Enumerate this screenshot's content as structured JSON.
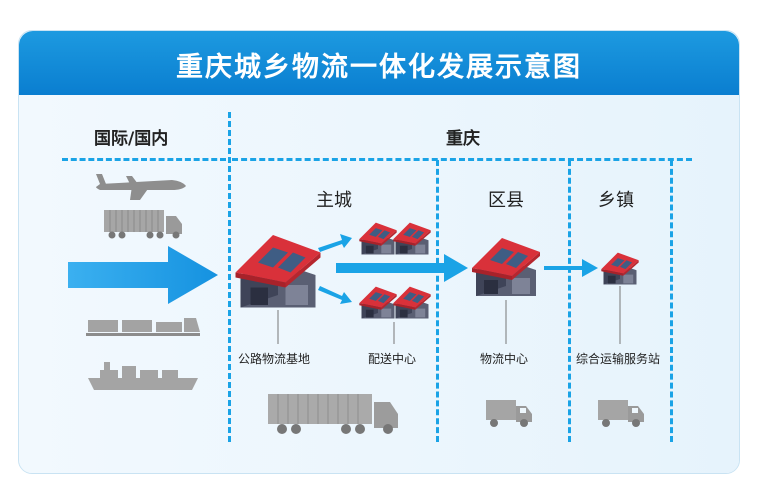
{
  "title": "重庆城乡物流一体化发展示意图",
  "headers": {
    "international": "国际/国内",
    "chongqing": "重庆"
  },
  "columns": {
    "main_city": "主城",
    "district": "区县",
    "town": "乡镇"
  },
  "nodes": {
    "road_logistics_base": "公路物流基地",
    "distribution_center": "配送中心",
    "logistics_center": "物流中心",
    "transport_station": "综合运输服务站"
  },
  "colors": {
    "header_blue": "#0a7ed0",
    "accent_blue": "#1aa3e6",
    "roof_red": "#d9313a",
    "gray_vehicle": "#a9a9a9"
  }
}
